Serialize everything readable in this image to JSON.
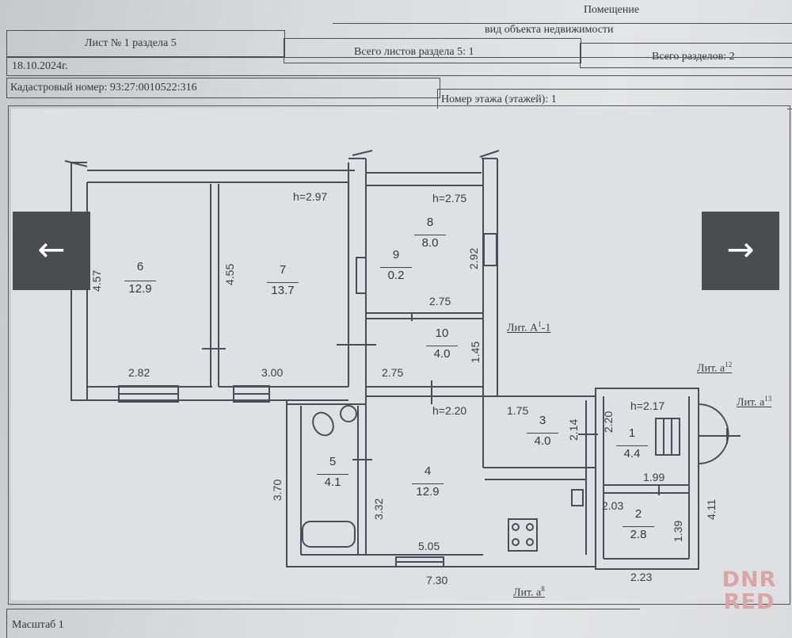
{
  "header": {
    "title": "Помещение",
    "object_type": "вид объекта недвижимости",
    "sheet": "Лист № 1 раздела 5",
    "sheets_total": "Всего листов раздела 5: 1",
    "sections_total": "Всего разделов: 2",
    "date": "18.10.2024г.",
    "cadastral": "Кадастровый номер: 93:27:0010522:316",
    "floor": "Номер этажа (этажей): 1"
  },
  "plan": {
    "rooms": [
      {
        "num": "6",
        "area": "12.9"
      },
      {
        "num": "7",
        "area": "13.7"
      },
      {
        "num": "8",
        "area": "8.0"
      },
      {
        "num": "9",
        "area": "0.2"
      },
      {
        "num": "10",
        "area": "4.0"
      },
      {
        "num": "5",
        "area": "4.1"
      },
      {
        "num": "4",
        "area": "12.9"
      },
      {
        "num": "3",
        "area": "4.0"
      },
      {
        "num": "1",
        "area": "4.4"
      },
      {
        "num": "2",
        "area": "2.8"
      }
    ],
    "heights": {
      "h1": "h=2.97",
      "h2": "h=2.75",
      "h3": "h=2.20",
      "h4": "h=2.17"
    },
    "dims": {
      "d457": "4.57",
      "d455": "4.55",
      "d292": "2.92",
      "d275a": "2.75",
      "d145": "1.45",
      "d282": "2.82",
      "d300": "3.00",
      "d275b": "2.75",
      "d175": "1.75",
      "d214": "2.14",
      "d220": "2.20",
      "d199": "1.99",
      "d370": "3.70",
      "d332": "3.32",
      "d203": "2.03",
      "d139": "1.39",
      "d411": "4.11",
      "d505": "5.05",
      "d730": "7.30",
      "d223": "2.23"
    },
    "labels": {
      "lit_a1": "Лит. А",
      "lit_a1_sup": "1",
      "lit_a1_suffix": "-1",
      "lit_a12": "Лит. а",
      "lit_a12_sup": "12",
      "lit_a13": "Лит. а",
      "lit_a13_sup": "13",
      "lit_a8": "Лит. а",
      "lit_a8_sup": "8"
    }
  },
  "footer": {
    "scale": "Масштаб 1"
  },
  "nav": {
    "prev_icon": "←",
    "next_icon": "→"
  },
  "watermark": {
    "line1": "DNR",
    "line2": "RED"
  }
}
